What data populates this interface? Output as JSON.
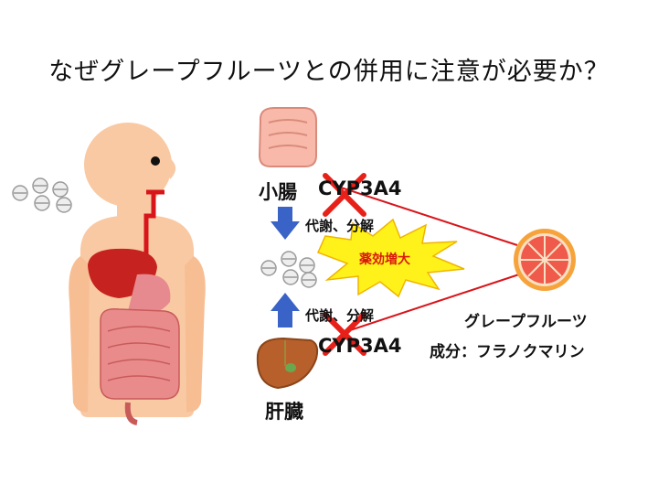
{
  "title": "なぜグレープフルーツとの併用に注意が必要か？",
  "labels": {
    "small_intestine": "小腸",
    "cyp_top": "CYP3A4",
    "cyp_bottom": "CYP3A4",
    "metabolism_top": "代謝、分解",
    "metabolism_bottom": "代謝、分解",
    "liver": "肝臓",
    "grapefruit": "グレープフルーツ",
    "component": "成分：フラノクマリン",
    "effect": "薬効増大"
  },
  "colors": {
    "skin": "#f9c9a3",
    "arrow_blue": "#3a63c7",
    "cross_red": "#e8201a",
    "line_red": "#d8151b",
    "burst_fill": "#fff21a",
    "burst_text": "#d91a0e",
    "grapefruit_peel": "#f6a33b",
    "grapefruit_flesh": "#ef5a4a",
    "organ_red": "#c6221f",
    "intestine_pink": "#e98b8b"
  },
  "icons": [
    "person-body",
    "pill-icons",
    "small-intestine-illustration",
    "liver-illustration",
    "grapefruit-icon",
    "down-arrow",
    "up-arrow",
    "cross-mark",
    "starburst"
  ]
}
